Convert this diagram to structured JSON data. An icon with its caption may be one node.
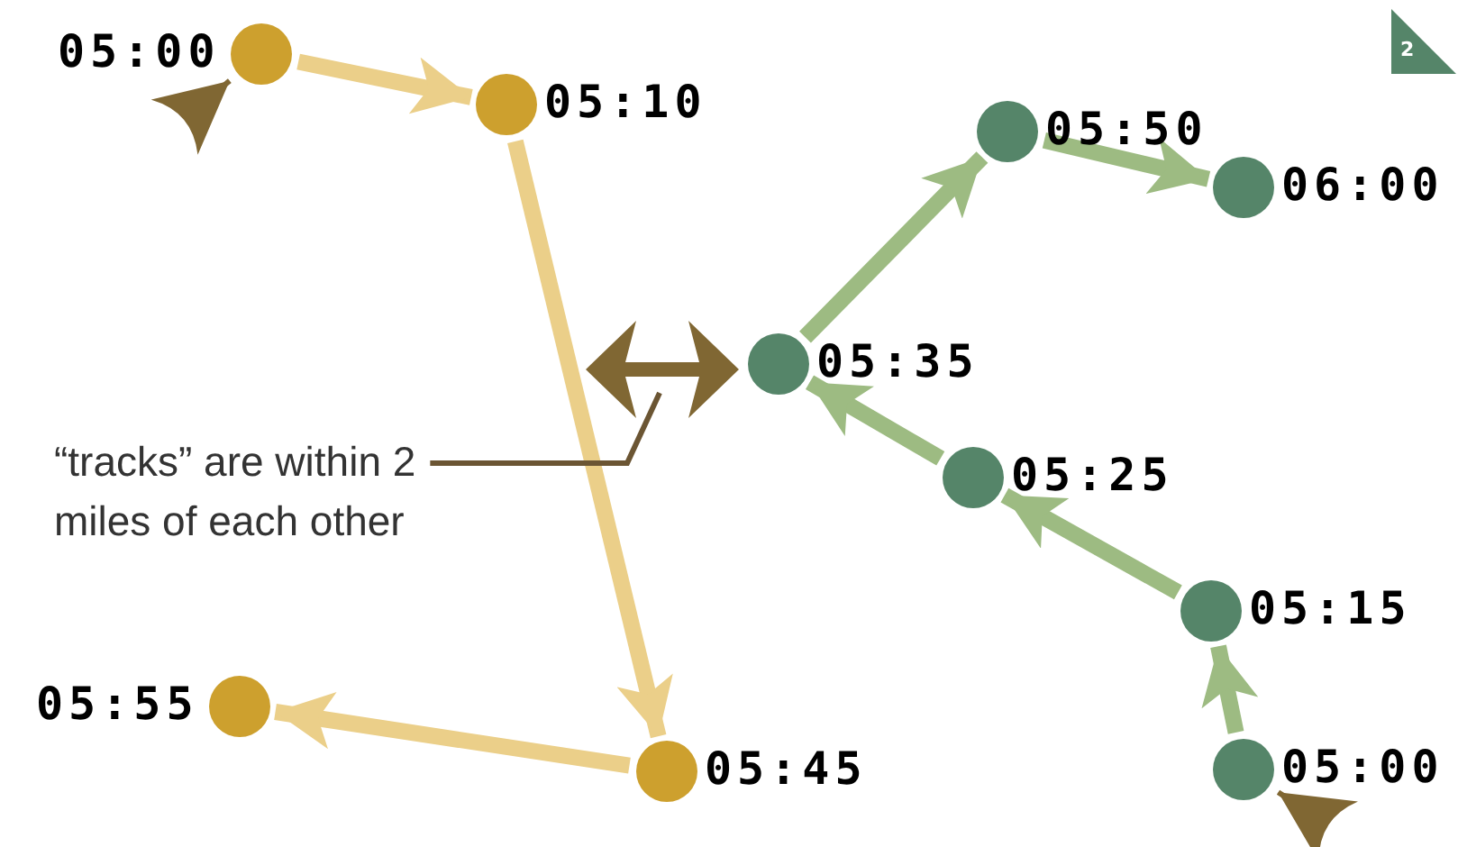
{
  "diagram": {
    "nodes": [
      {
        "text": [],
        "shape": "circle",
        "beside": [
          "05:00"
        ]
      },
      {
        "text": [],
        "shape": "circle",
        "beside": [
          "05:10"
        ]
      },
      {
        "text": [],
        "shape": "circle",
        "beside": [
          "05:45"
        ]
      },
      {
        "text": [],
        "shape": "circle",
        "beside": [
          "05:55"
        ]
      },
      {
        "text": [],
        "shape": "circle",
        "beside": [
          "05:00"
        ]
      },
      {
        "text": [],
        "shape": "circle",
        "beside": [
          "05:15"
        ]
      },
      {
        "text": [],
        "shape": "circle",
        "beside": [
          "05:25"
        ]
      },
      {
        "text": [],
        "shape": "circle",
        "beside": [
          "05:35"
        ]
      },
      {
        "text": [],
        "shape": "circle",
        "beside": [
          "05:50"
        ]
      },
      {
        "text": [],
        "shape": "circle",
        "beside": [
          "06:00"
        ]
      },
      {
        "text": [
          "“tracks” are within 2 miles of each other"
        ]
      },
      {
        "text": [],
        "shape": "arrow"
      }
    ],
    "edges": [
      {
        "from": 0,
        "to": 1,
        "arrow": "to",
        "color": "#ebcf89"
      },
      {
        "from": 1,
        "to": 2,
        "arrow": "to",
        "color": "#ebcf89"
      },
      {
        "from": 2,
        "to": 3,
        "arrow": "to",
        "color": "#ebcf89"
      },
      {
        "from": 4,
        "to": 5,
        "arrow": "to",
        "color": "#9dbb82"
      },
      {
        "from": 5,
        "to": 6,
        "arrow": "to",
        "color": "#9dbb82"
      },
      {
        "from": 6,
        "to": 7,
        "arrow": "to",
        "color": "#9dbb82"
      },
      {
        "from": 7,
        "to": 8,
        "arrow": "to",
        "color": "#9dbb82"
      },
      {
        "from": 8,
        "to": 9,
        "arrow": "to",
        "color": "#9dbb82"
      },
      {
        "from": null,
        "to": 0,
        "arrow": "to",
        "color": "#806733"
      },
      {
        "from": null,
        "to": 4,
        "arrow": "to",
        "color": "#806733"
      },
      {
        "from": 10,
        "to": 11,
        "arrow": "none",
        "color": "#6b5533"
      }
    ],
    "labels": [
      "2"
    ]
  }
}
